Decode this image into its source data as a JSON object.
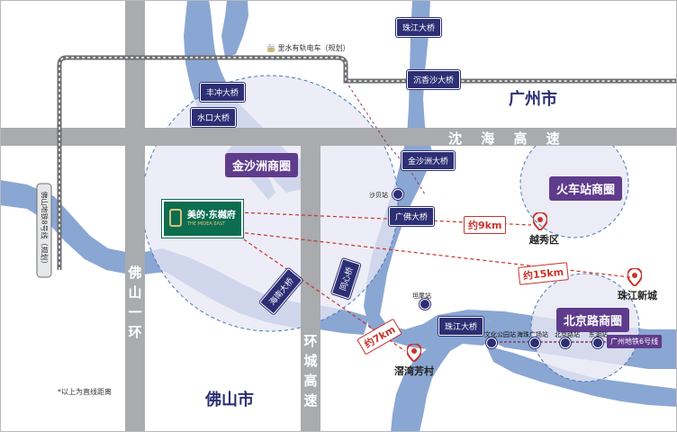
{
  "map": {
    "city_labels": {
      "guangzhou": "广州市",
      "foshan": "佛山市"
    },
    "roads": {
      "shenhai": "沈 海 高 速",
      "foshan_ring": [
        "佛",
        "山",
        "一",
        "环"
      ],
      "ring_city": [
        "环",
        "城",
        "高",
        "速"
      ]
    },
    "metro_vertical_label": "佛山地铁8号线（规划）",
    "rail_label": "里水有轨电车（规划）",
    "bridges": {
      "zhujiang_big": "珠江大桥",
      "fengchong": "丰冲大桥",
      "shuikou": "水口大桥",
      "shaxiang": "沉香沙大桥",
      "jinshazhou": "金沙洲大桥",
      "guangfo": "广佛大桥",
      "zhujiang": "珠江大桥",
      "tongxin": "同心桥",
      "angled": "海南大桥"
    },
    "circles": {
      "jinshazhou": "金沙洲商圈",
      "railway_station": "火车站商圈",
      "beijinglu": "北京路商圈"
    },
    "project": {
      "name": "美的·东樾府",
      "subtitle": "THE MIDEA EAST"
    },
    "destinations": {
      "yuexiu": "越秀区",
      "zhujiang_new_town": "珠江新城",
      "jiaowan": "滘湾芳村"
    },
    "distances": {
      "yuexiu": "约9km",
      "zhujiang_new_town": "约15km",
      "jiaowan": "约7km"
    },
    "stations": [
      "沙贝站",
      "坦尾站",
      "文化公园站",
      "海珠广场站",
      "北京路站",
      "东湖站"
    ],
    "metro_line6": "广州地铁6号线",
    "note": "*以上为直线距离",
    "colors": {
      "river": "#8aa6d3",
      "road": "#a9abae",
      "navy": "#2d2f74",
      "purple": "#5f3b8c",
      "red": "#c9332b",
      "circle_fill": "#e7e7f4",
      "project_green": "#0d6d4f"
    }
  }
}
